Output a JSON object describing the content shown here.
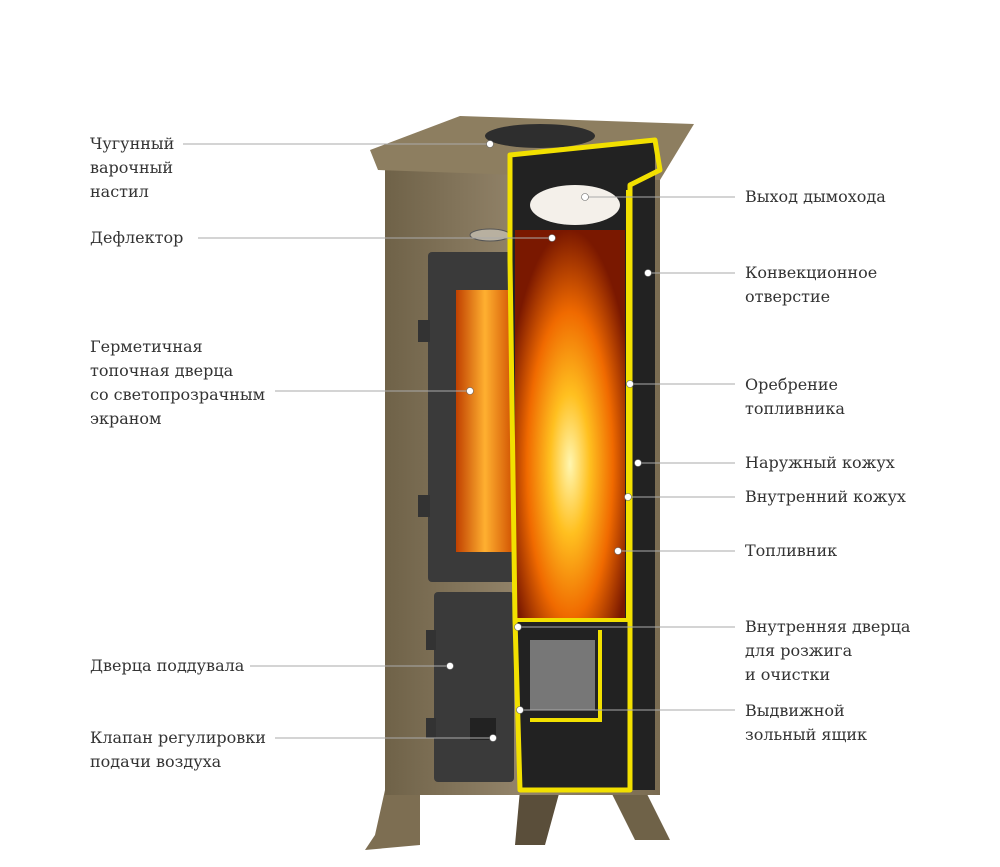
{
  "diagram": {
    "left_labels": [
      {
        "text": "Чугунный\nварочный\nнастил"
      },
      {
        "text": "Дефлектор"
      },
      {
        "text": "Герметичная\nтопочная дверца\nсо светопрозрачным\nэкраном"
      },
      {
        "text": "Дверца поддувала"
      },
      {
        "text": "Клапан регулировки\nподачи воздуха"
      }
    ],
    "right_labels": [
      {
        "text": "Выход дымохода"
      },
      {
        "text": "Конвекционное\nотверстие"
      },
      {
        "text": "Оребрение\nтопливника"
      },
      {
        "text": "Наружный кожух"
      },
      {
        "text": "Внутренний кожух"
      },
      {
        "text": "Топливник"
      },
      {
        "text": "Внутренняя дверца\nдля розжига\nи очистки"
      },
      {
        "text": "Выдвижной\nзольный ящик"
      }
    ],
    "colors": {
      "body": "#8a7a5c",
      "cut_outline": "#f2e000",
      "leader": "#aaaaaa",
      "text": "#333333"
    }
  }
}
